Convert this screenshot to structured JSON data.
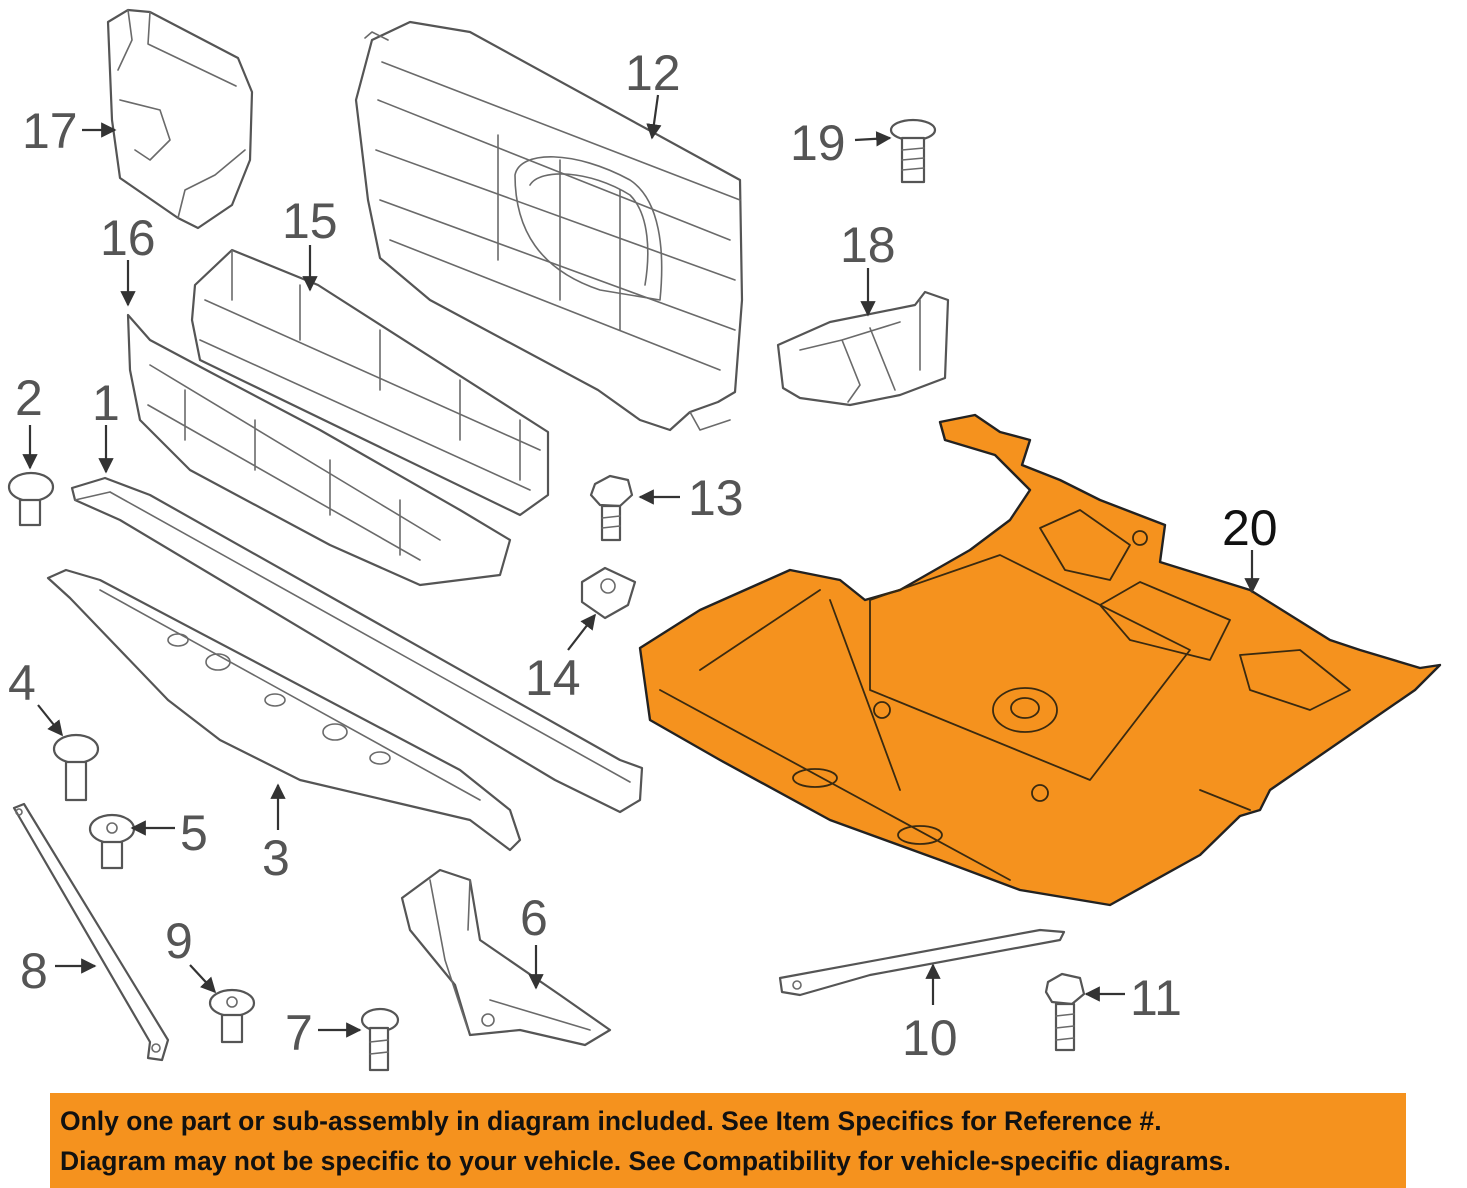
{
  "colors": {
    "highlight": "#f5921e",
    "notice_background": "#f5921e",
    "line": "#555555",
    "background": "#ffffff"
  },
  "callouts": {
    "c1": "1",
    "c2": "2",
    "c3": "3",
    "c4": "4",
    "c5": "5",
    "c6": "6",
    "c7": "7",
    "c8": "8",
    "c9": "9",
    "c10": "10",
    "c11": "11",
    "c12": "12",
    "c13": "13",
    "c14": "14",
    "c15": "15",
    "c16": "16",
    "c17": "17",
    "c18": "18",
    "c19": "19",
    "c20": "20"
  },
  "notice": {
    "line1": "Only one part or sub-assembly in diagram included. See Item Specifics for Reference #.",
    "line2": "Diagram may not be specific to your vehicle. See Compatibility for vehicle-specific diagrams."
  }
}
